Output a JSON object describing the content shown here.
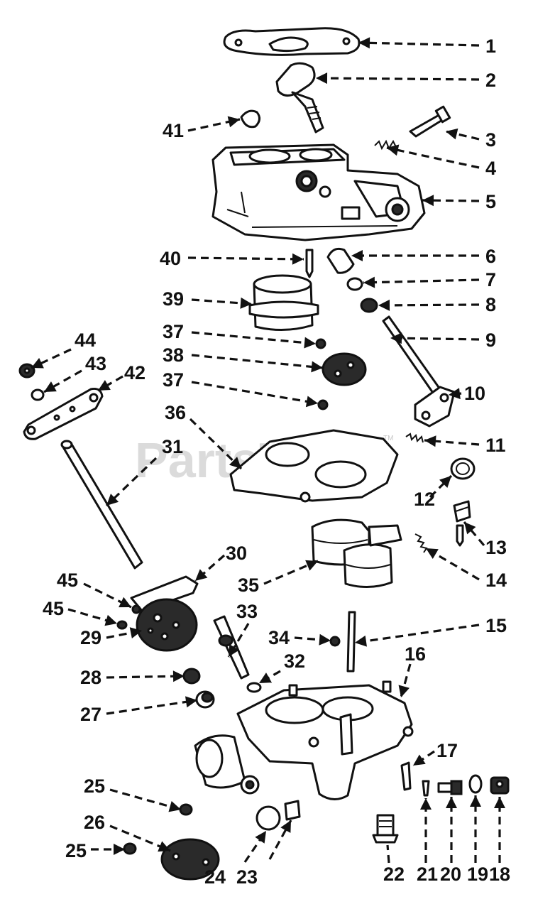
{
  "watermark": {
    "text": "PartsTree",
    "tm": "TM"
  },
  "callouts": [
    {
      "id": "1",
      "label": "1"
    },
    {
      "id": "2",
      "label": "2"
    },
    {
      "id": "3",
      "label": "3"
    },
    {
      "id": "4",
      "label": "4"
    },
    {
      "id": "5",
      "label": "5"
    },
    {
      "id": "6",
      "label": "6"
    },
    {
      "id": "7",
      "label": "7"
    },
    {
      "id": "8",
      "label": "8"
    },
    {
      "id": "9",
      "label": "9"
    },
    {
      "id": "10",
      "label": "10"
    },
    {
      "id": "11",
      "label": "11"
    },
    {
      "id": "12",
      "label": "12"
    },
    {
      "id": "13",
      "label": "13"
    },
    {
      "id": "14",
      "label": "14"
    },
    {
      "id": "15",
      "label": "15"
    },
    {
      "id": "16",
      "label": "16"
    },
    {
      "id": "17",
      "label": "17"
    },
    {
      "id": "18",
      "label": "18"
    },
    {
      "id": "19",
      "label": "19"
    },
    {
      "id": "20",
      "label": "20"
    },
    {
      "id": "21",
      "label": "21"
    },
    {
      "id": "22",
      "label": "22"
    },
    {
      "id": "23",
      "label": "23"
    },
    {
      "id": "24",
      "label": "24"
    },
    {
      "id": "25a",
      "label": "25"
    },
    {
      "id": "25b",
      "label": "25"
    },
    {
      "id": "26",
      "label": "26"
    },
    {
      "id": "27",
      "label": "27"
    },
    {
      "id": "28",
      "label": "28"
    },
    {
      "id": "29",
      "label": "29"
    },
    {
      "id": "30",
      "label": "30"
    },
    {
      "id": "31",
      "label": "31"
    },
    {
      "id": "32",
      "label": "32"
    },
    {
      "id": "33",
      "label": "33"
    },
    {
      "id": "34",
      "label": "34"
    },
    {
      "id": "35",
      "label": "35"
    },
    {
      "id": "36",
      "label": "36"
    },
    {
      "id": "37a",
      "label": "37"
    },
    {
      "id": "37b",
      "label": "37"
    },
    {
      "id": "38",
      "label": "38"
    },
    {
      "id": "39",
      "label": "39"
    },
    {
      "id": "40",
      "label": "40"
    },
    {
      "id": "41",
      "label": "41"
    },
    {
      "id": "42",
      "label": "42"
    },
    {
      "id": "43",
      "label": "43"
    },
    {
      "id": "44",
      "label": "44"
    },
    {
      "id": "45a",
      "label": "45"
    },
    {
      "id": "45b",
      "label": "45"
    }
  ]
}
